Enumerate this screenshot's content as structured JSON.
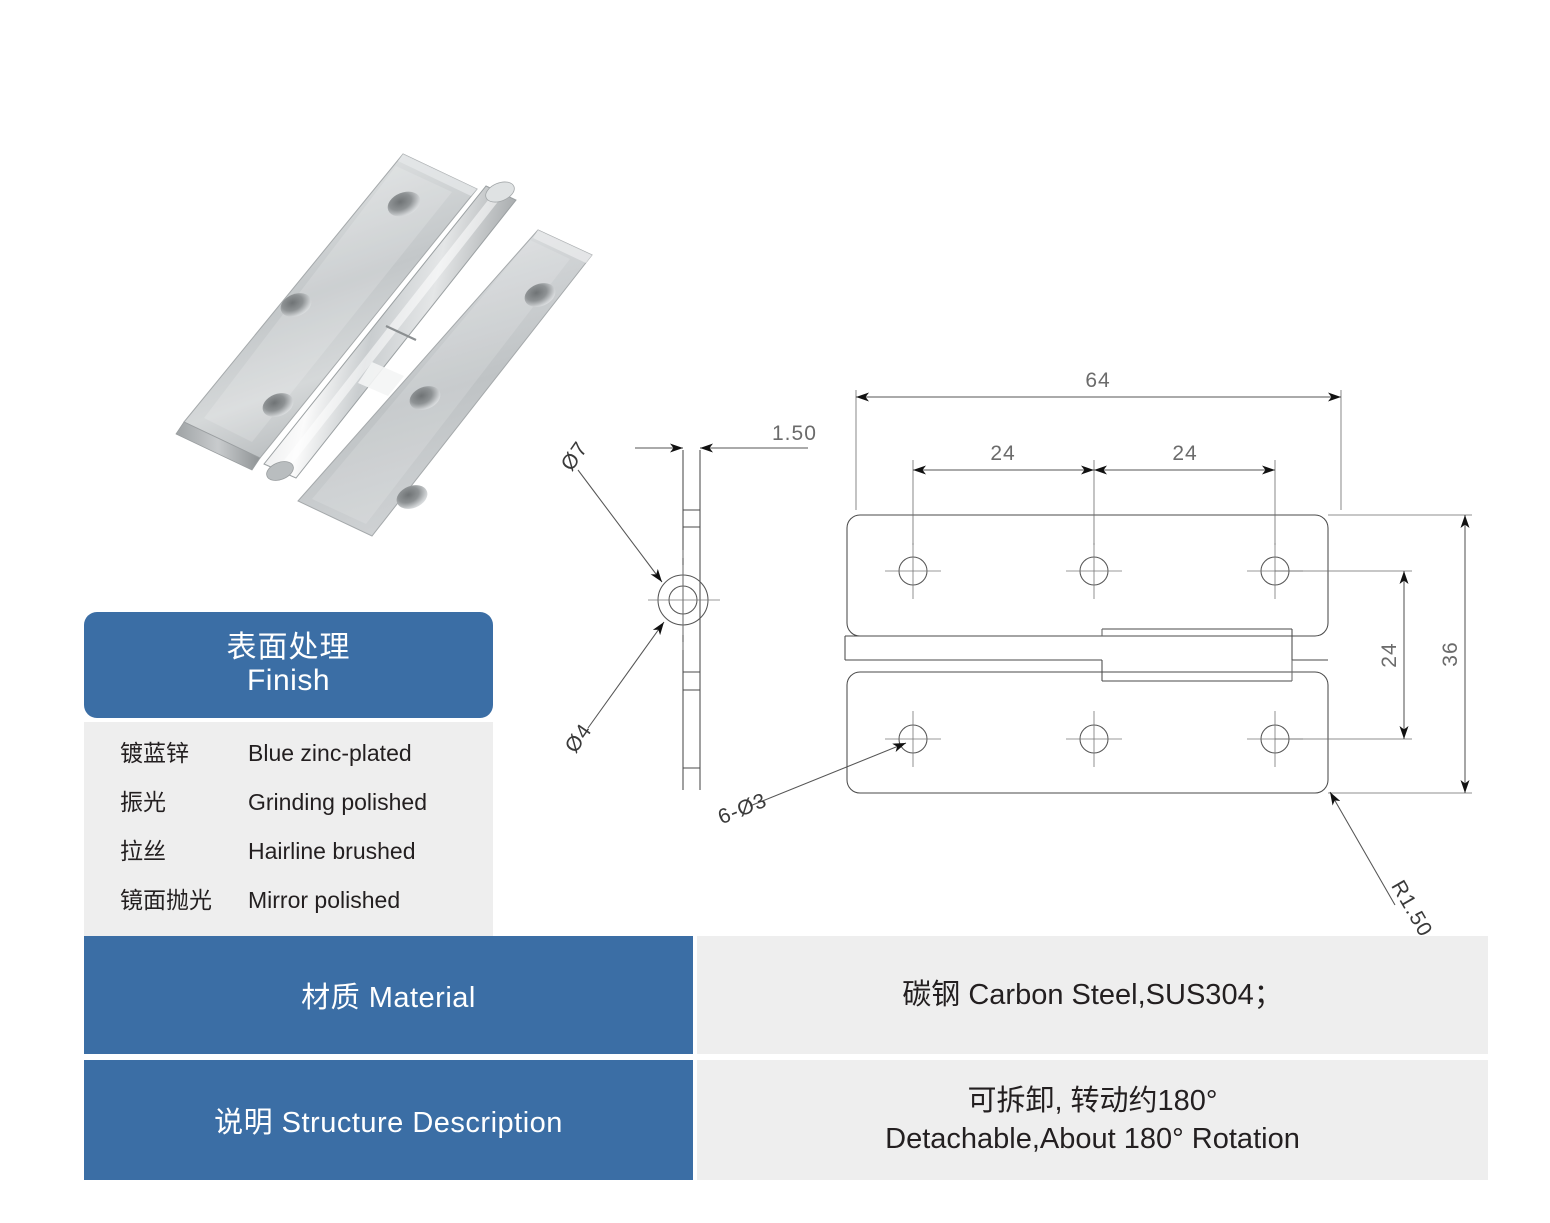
{
  "product": {
    "name": "detachable-lift-off-butt-hinge",
    "photo_alt": "Stainless steel detachable lift-off butt hinge, brushed finish, six countersunk holes"
  },
  "finish": {
    "title_cn": "表面处理",
    "title_en": "Finish",
    "rows": [
      {
        "cn": "镀蓝锌",
        "en": "Blue zinc-plated"
      },
      {
        "cn": "振光",
        "en": "Grinding polished"
      },
      {
        "cn": "拉丝",
        "en": "Hairline brushed"
      },
      {
        "cn": "镜面抛光",
        "en": "Mirror polished"
      }
    ]
  },
  "spec": {
    "material": {
      "label": "材质 Material",
      "value": "碳钢  Carbon Steel,SUS304；"
    },
    "structure": {
      "label": "说明 Structure Description",
      "value_line1": "可拆卸, 转动约180°",
      "value_line2": "Detachable,About 180° Rotation"
    }
  },
  "drawing": {
    "dimensions": {
      "overall_width": "64",
      "hole_pitch_left": "24",
      "hole_pitch_right": "24",
      "hole_row_spacing": "24",
      "overall_height": "36",
      "thickness": "1.50",
      "knuckle_outer_dia": "Ø7",
      "pin_dia": "Ø4",
      "screw_holes": "6-Ø3",
      "corner_radius": "R1.50"
    }
  },
  "colors": {
    "accent_blue": "#3b6ea5",
    "panel_grey": "#eeeeee",
    "text_dark": "#231f20",
    "drawing_line": "#4a4a4a",
    "dim_text": "#6b6b6b"
  }
}
